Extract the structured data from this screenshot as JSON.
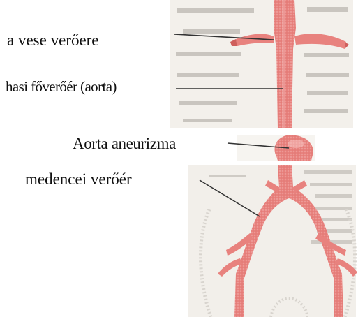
{
  "labels": {
    "renal_artery": "a vese verőere",
    "abdominal_aorta": "hasi főverőér (aorta)",
    "aneurysm": "Aorta aneurizma",
    "iliac_artery": "medencei verőér"
  },
  "colors": {
    "artery": "#e8827e",
    "artery_dark": "#cf5f5c",
    "artery_light": "#f6c3bf",
    "paper": "#f4f1ec",
    "scan_text": "#c8c4be",
    "leader_line": "#333333"
  }
}
